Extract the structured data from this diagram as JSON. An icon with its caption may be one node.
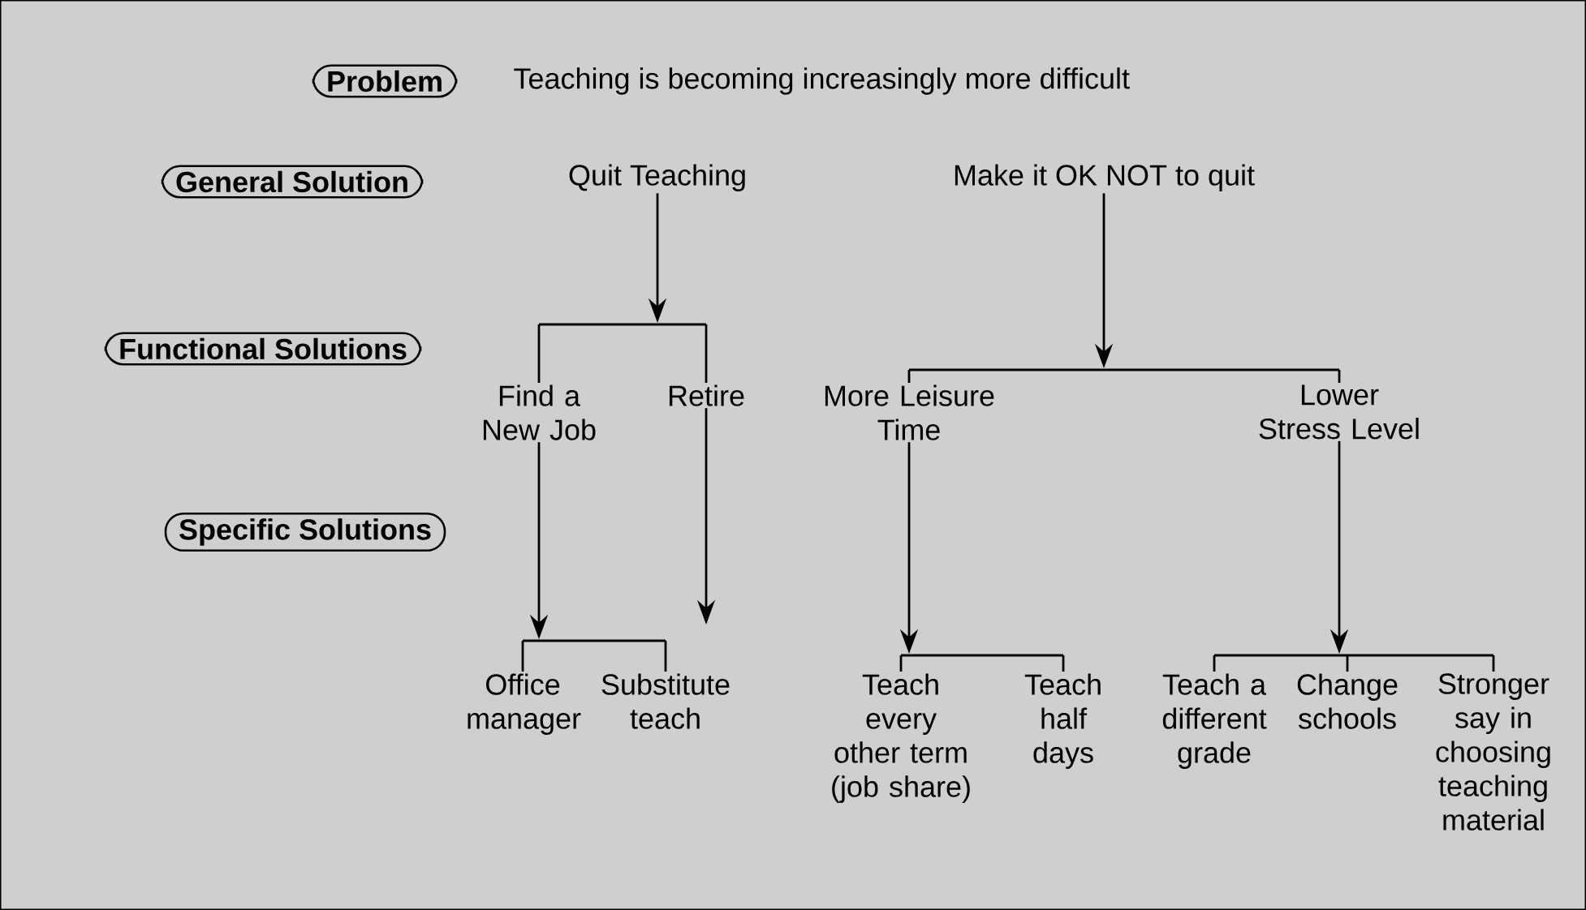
{
  "diagram": {
    "nodes": [
      {
        "text": [
          "Problem"
        ]
      },
      {
        "text": [
          "General Solution"
        ]
      },
      {
        "text": [
          "Quit Teaching"
        ]
      },
      {
        "text": [
          "Make it OK NOT to quit"
        ]
      },
      {
        "text": [
          "Functional Solutions"
        ]
      },
      {
        "text": [
          "Find a New Job"
        ]
      },
      {
        "text": [
          "Retire"
        ]
      },
      {
        "text": [
          "More Leisure Time"
        ]
      },
      {
        "text": [
          "Lower Stress Level"
        ]
      },
      {
        "text": [
          "Specific Solutions"
        ]
      },
      {
        "text": [
          "Office manager"
        ]
      },
      {
        "text": [
          "Substitute teach"
        ]
      },
      {
        "text": [
          "Teach every other term (job share)"
        ]
      },
      {
        "text": [
          "Teach half days"
        ]
      },
      {
        "text": [
          "Teach a different grade"
        ]
      },
      {
        "text": [
          "Change schools"
        ]
      },
      {
        "text": [
          "Stronger say in choosing teaching material"
        ]
      },
      {
        "text": [],
        "shape": "bar"
      },
      {
        "text": [],
        "shape": "bar"
      },
      {
        "text": [],
        "shape": "bar"
      },
      {
        "text": [],
        "shape": "bar"
      },
      {
        "text": [],
        "shape": "bar"
      }
    ],
    "edges": [
      {
        "from": 2,
        "to": 17,
        "arrow": "to"
      },
      {
        "from": 17,
        "to": 5,
        "arrow": "none"
      },
      {
        "from": 17,
        "to": 6,
        "arrow": "none"
      },
      {
        "from": 3,
        "to": 18,
        "arrow": "to"
      },
      {
        "from": 18,
        "to": 7,
        "arrow": "none"
      },
      {
        "from": 18,
        "to": 8,
        "arrow": "none"
      },
      {
        "from": 5,
        "to": 19,
        "arrow": "to"
      },
      {
        "from": 19,
        "to": 10,
        "arrow": "none"
      },
      {
        "from": 19,
        "to": 11,
        "arrow": "none"
      },
      {
        "from": 6,
        "to": null,
        "arrow": "to"
      },
      {
        "from": 7,
        "to": 20,
        "arrow": "to"
      },
      {
        "from": 20,
        "to": 12,
        "arrow": "none"
      },
      {
        "from": 20,
        "to": 13,
        "arrow": "none"
      },
      {
        "from": 8,
        "to": 21,
        "arrow": "to"
      },
      {
        "from": 21,
        "to": 14,
        "arrow": "none"
      },
      {
        "from": 21,
        "to": 15,
        "arrow": "none"
      },
      {
        "from": 21,
        "to": 16,
        "arrow": "none"
      }
    ],
    "labels": [
      "Teaching is becoming increasingly more difficult"
    ]
  }
}
